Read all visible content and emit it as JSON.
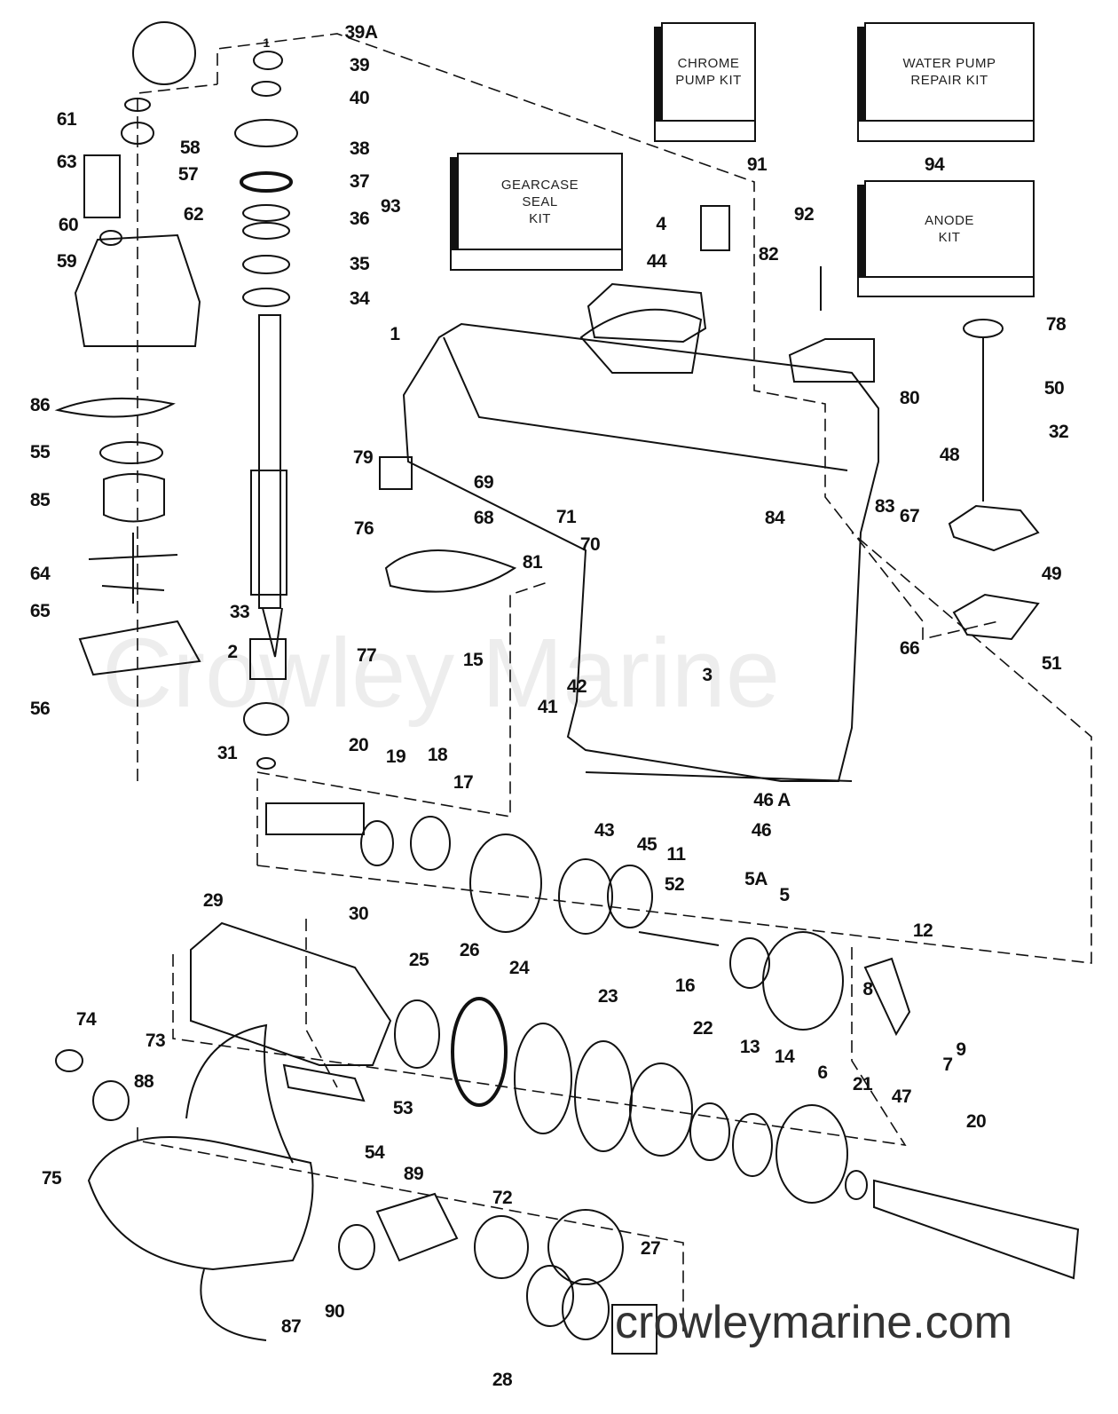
{
  "kits": [
    {
      "line1": "CHROME",
      "line2": "PUMP KIT"
    },
    {
      "line1": "WATER PUMP",
      "line2": "REPAIR KIT"
    },
    {
      "line1": "GEARCASE",
      "line2": "SEAL",
      "line3": "KIT"
    },
    {
      "line1": "ANODE",
      "line2": "KIT"
    }
  ],
  "labels": [
    "39A",
    "39",
    "40",
    "38",
    "37",
    "36",
    "35",
    "34",
    "61",
    "58",
    "57",
    "63",
    "62",
    "60",
    "59",
    "86",
    "55",
    "85",
    "64",
    "65",
    "56",
    "33",
    "2",
    "15",
    "31",
    "20",
    "19",
    "18",
    "17",
    "91",
    "94",
    "93",
    "4",
    "92",
    "82",
    "44",
    "78",
    "1",
    "80",
    "50",
    "32",
    "48",
    "79",
    "69",
    "71",
    "83",
    "67",
    "84",
    "68",
    "70",
    "81",
    "76",
    "49",
    "66",
    "51",
    "3",
    "77",
    "42",
    "41",
    "46 A",
    "46",
    "43",
    "45",
    "11",
    "5A",
    "5",
    "52",
    "29",
    "30",
    "12",
    "25",
    "26",
    "24",
    "16",
    "23",
    "8",
    "74",
    "73",
    "22",
    "13",
    "14",
    "9",
    "7",
    "6",
    "88",
    "53",
    "21",
    "47",
    "20",
    "54",
    "75",
    "89",
    "72",
    "27",
    "90",
    "87",
    "28",
    "1"
  ],
  "watermark": "Crowley Marine",
  "website": "crowleymarine.com"
}
